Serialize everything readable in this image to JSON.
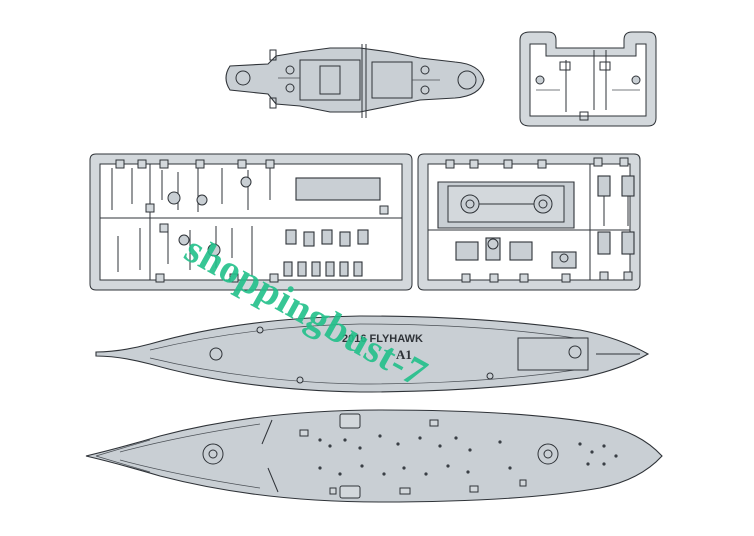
{
  "hull_label": "2016 FLYHAWK",
  "part_code": "A1",
  "watermark": "shoppingbust-7"
}
